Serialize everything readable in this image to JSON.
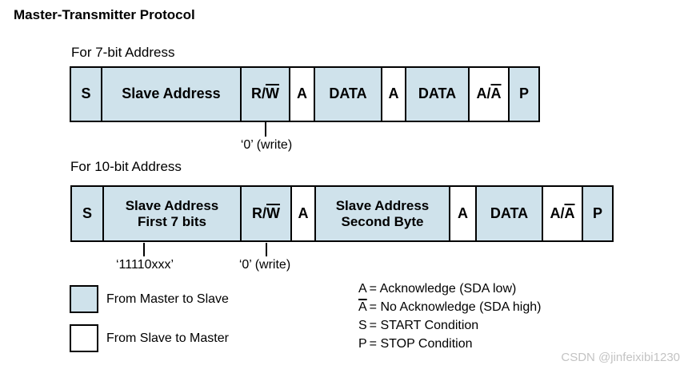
{
  "title": "Master-Transmitter Protocol",
  "watermark": "CSDN @jinfeixibi1230",
  "colors": {
    "master_to_slave_fill": "#cfe2eb",
    "slave_to_master_fill": "#ffffff",
    "border": "#000000",
    "watermark_text": "#c3c3c3"
  },
  "rows": [
    {
      "label": "For 7-bit Address",
      "cells": [
        {
          "text": "S",
          "from": "master"
        },
        {
          "text": "Slave Address",
          "from": "master"
        },
        {
          "pre": "R/",
          "over": "W",
          "from": "master"
        },
        {
          "text": "A",
          "from": "slave"
        },
        {
          "text": "DATA",
          "from": "master"
        },
        {
          "text": "A",
          "from": "slave"
        },
        {
          "text": "DATA",
          "from": "master"
        },
        {
          "pre": "A/",
          "over": "A",
          "from": "slave"
        },
        {
          "text": "P",
          "from": "master"
        }
      ],
      "callouts": [
        {
          "under": "R/W cell",
          "label": "‘0’ (write)"
        }
      ]
    },
    {
      "label": "For 10-bit Address",
      "cells": [
        {
          "text": "S",
          "from": "master"
        },
        {
          "line1": "Slave Address",
          "line2": "First 7 bits",
          "from": "master"
        },
        {
          "pre": "R/",
          "over": "W",
          "from": "master"
        },
        {
          "text": "A",
          "from": "slave"
        },
        {
          "line1": "Slave Address",
          "line2": "Second Byte",
          "from": "master"
        },
        {
          "text": "A",
          "from": "slave"
        },
        {
          "text": "DATA",
          "from": "master"
        },
        {
          "pre": "A/",
          "over": "A",
          "from": "slave"
        },
        {
          "text": "P",
          "from": "master"
        }
      ],
      "callouts": [
        {
          "under": "Slave Address First 7 bits cell",
          "label": "‘11110xxx’"
        },
        {
          "under": "R/W cell",
          "label": "‘0’ (write)"
        }
      ]
    }
  ],
  "legend": {
    "items": [
      {
        "label": "From Master to Slave",
        "swatch": "master"
      },
      {
        "label": "From Slave to Master",
        "swatch": "slave"
      }
    ]
  },
  "definitions": [
    {
      "symbol": "A",
      "symbol_overline": false,
      "text": "= Acknowledge (SDA low)"
    },
    {
      "symbol": "A",
      "symbol_overline": true,
      "text": "= No Acknowledge (SDA high)"
    },
    {
      "symbol": "S",
      "symbol_overline": false,
      "text": "= START Condition"
    },
    {
      "symbol": "P",
      "symbol_overline": false,
      "text": "= STOP Condition"
    }
  ]
}
